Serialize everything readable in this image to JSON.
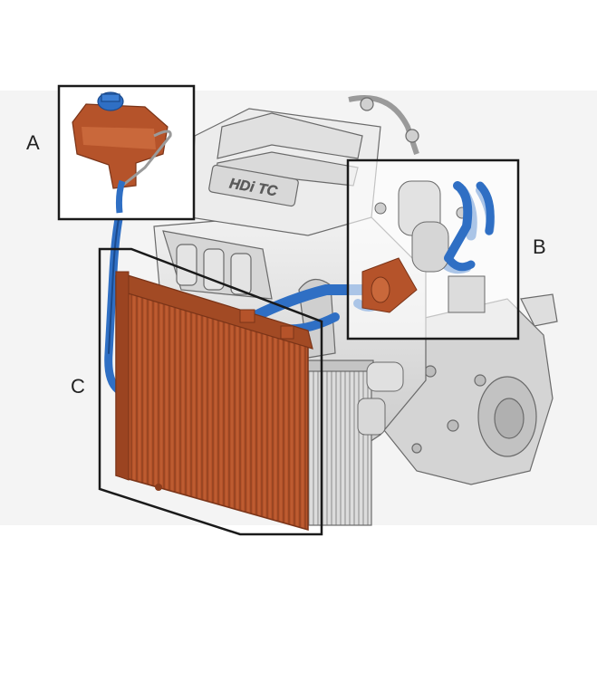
{
  "callouts": {
    "a": "A",
    "b": "B",
    "c": "C"
  },
  "engine": {
    "badge_text": "HDi TC"
  },
  "colors": {
    "coolant_parts": "#b5532a",
    "coolant_parts_dark": "#7a3418",
    "hoses": "#2f6fc4",
    "hoses_dark": "#1b4a8c",
    "engine_light": "#e6e6e6",
    "engine_mid": "#c9c9c9",
    "engine_line": "#6a6a6a",
    "frame": "#1a1a1a",
    "background_band": "#f4f4f4"
  },
  "components": [
    {
      "key": "A",
      "icon": "expansion-tank-icon"
    },
    {
      "key": "B",
      "icon": "thermostat-housing-icon"
    },
    {
      "key": "C",
      "icon": "radiator-icon"
    }
  ]
}
